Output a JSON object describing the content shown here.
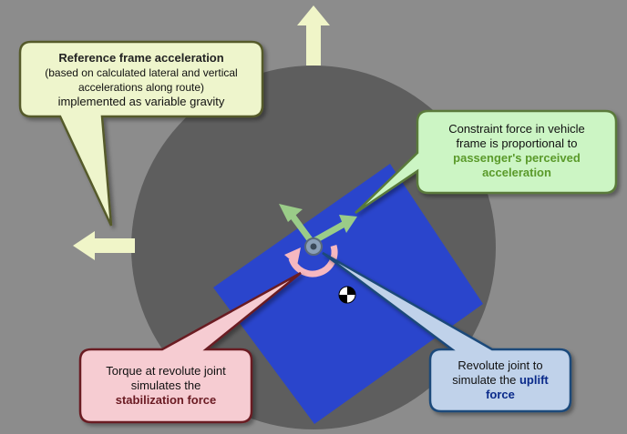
{
  "callouts": {
    "reference_frame": {
      "title": "Reference frame acceleration",
      "line1": "(based on calculated lateral and vertical",
      "line2": "accelerations along route)",
      "line3": "implemented as variable gravity"
    },
    "constraint_force": {
      "line1": "Constraint force in vehicle",
      "line2": "frame is proportional to",
      "highlight1": "passenger's perceived",
      "highlight2": "acceleration"
    },
    "torque": {
      "line1": "Torque at revolute joint",
      "line2": "simulates the",
      "highlight": "stabilization force"
    },
    "revolute": {
      "line1": "Revolute joint to",
      "line2": "simulate the",
      "highlight1": "uplift",
      "highlight2": "force"
    }
  },
  "colors": {
    "background": "#8c8c8c",
    "circle": "#5e5e5e",
    "vehicle": "#2a45cc",
    "arrow_light": "#f0f5c8",
    "arrow_green": "#9acc88",
    "torque_arc": "#f6b8c0"
  }
}
